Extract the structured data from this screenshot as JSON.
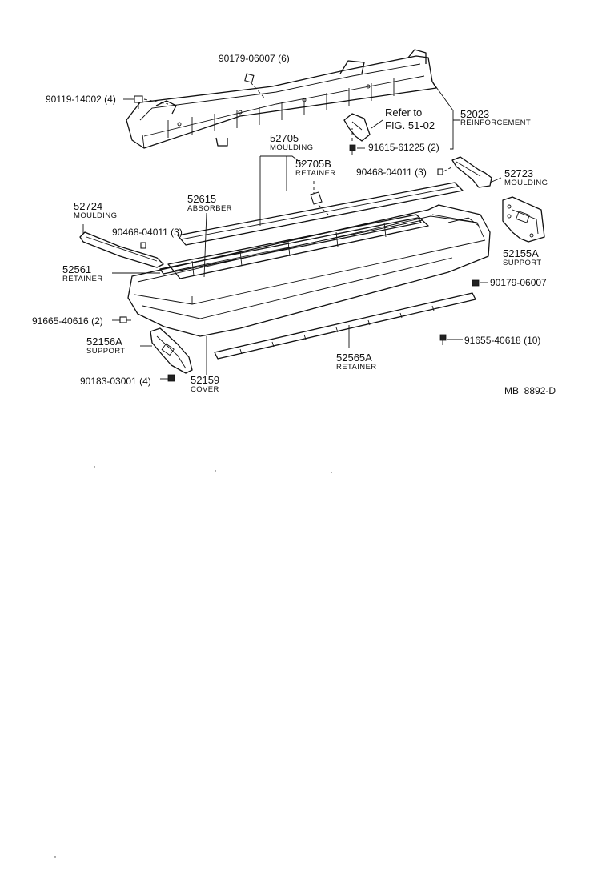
{
  "diagram": {
    "labels": {
      "p90179_06007_6": "90179-06007 (6)",
      "p90119_14002": "90119-14002 (4)",
      "refer_to": "Refer to",
      "fig_ref": "FIG. 51-02",
      "p52023": "52023",
      "reinforcement": "REINFORCEMENT",
      "p52705": "52705",
      "moulding_52705": "MOULDING",
      "p52705b": "52705B",
      "retainer_52705b": "RETAINER",
      "p91615": "91615-61225 (2)",
      "p90468_right": "90468-04011 (3)",
      "p52723": "52723",
      "moulding_52723": "MOULDING",
      "p52724": "52724",
      "moulding_52724": "MOULDING",
      "p52615": "52615",
      "absorber": "ABSORBER",
      "p90468_left": "90468-04011 (3)",
      "p52155a": "52155A",
      "support_52155a": "SUPPORT",
      "p52561": "52561",
      "retainer_52561": "RETAINER",
      "p90179_06007": "90179-06007",
      "p91665": "91665-40616 (2)",
      "p52156a": "52156A",
      "support_52156a": "SUPPORT",
      "p91655": "91655-40618 (10)",
      "p52565a": "52565A",
      "retainer_52565a": "RETAINER",
      "p90183": "90183-03001 (4)",
      "p52159": "52159",
      "cover": "COVER",
      "code": "MB  8892-D"
    }
  }
}
